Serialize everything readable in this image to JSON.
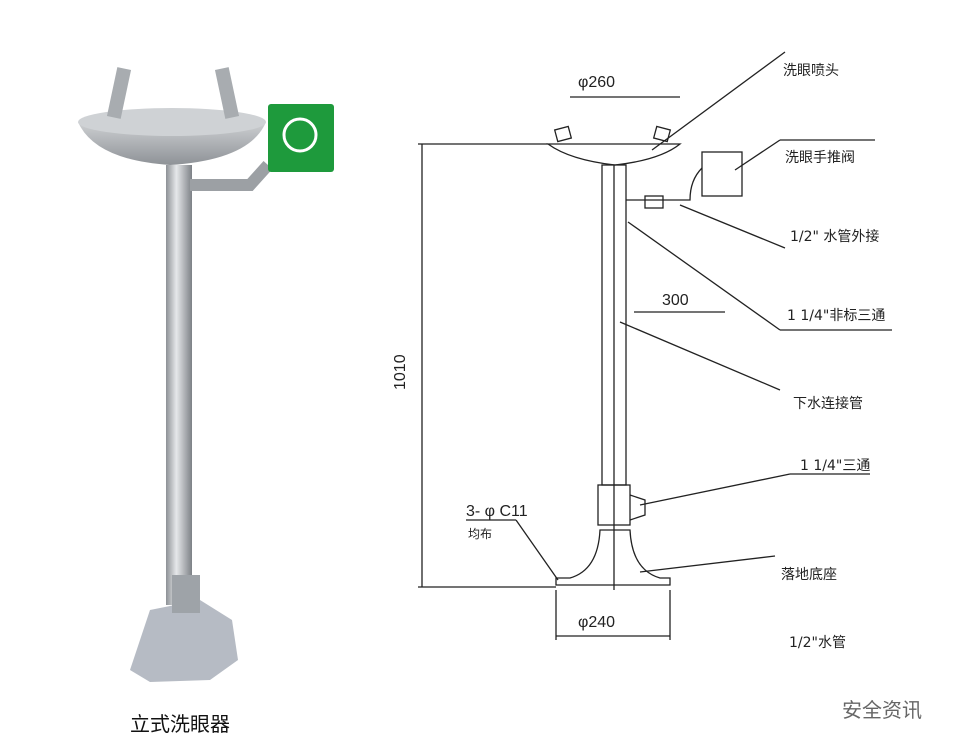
{
  "photo": {
    "caption": "立式洗眼器"
  },
  "drawing": {
    "dimensions": {
      "bowl_diameter": "φ260",
      "height": "1010",
      "offset": "300",
      "base_diameter": "φ240",
      "holes": "3- φ C11",
      "holes_note": "均布"
    },
    "labels": [
      "洗眼喷头",
      "洗眼手推阀",
      "1/2\" 水管外接",
      "1 1/4\"非标三通",
      "下水连接管",
      "1 1/4\"三通",
      "落地底座",
      "1/2\"水管"
    ]
  },
  "watermark": "安全资讯",
  "colors": {
    "line": "#222222",
    "green_sign": "#1e9a3c",
    "steel": "#b9bcc0"
  }
}
